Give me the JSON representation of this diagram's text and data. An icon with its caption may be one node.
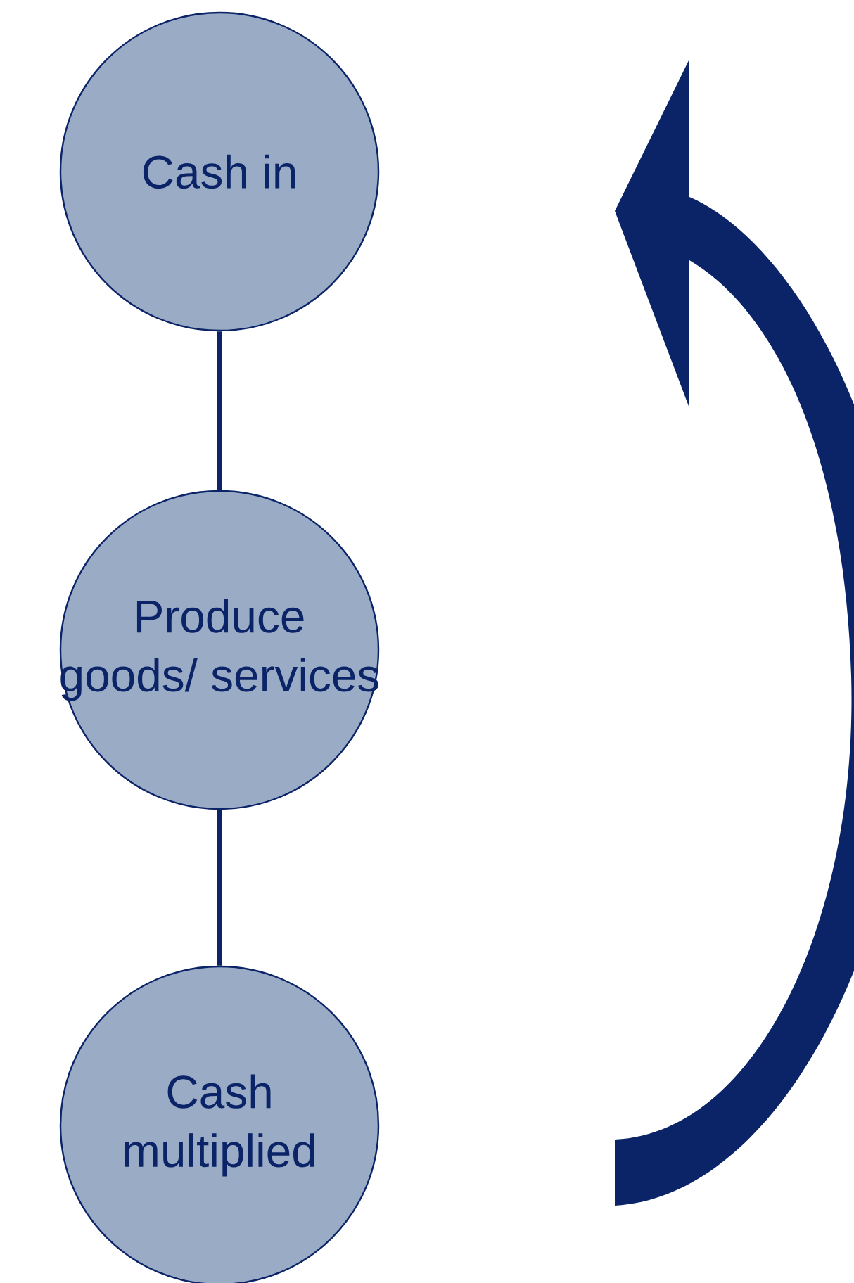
{
  "diagram": {
    "nodes": [
      {
        "text": [
          "Cash in"
        ]
      },
      {
        "text": [
          "Produce goods/ services"
        ]
      },
      {
        "text": [
          "Cash multiplied"
        ]
      }
    ],
    "edges": [
      {
        "from": 0,
        "to": 1,
        "arrow": "none"
      },
      {
        "from": 1,
        "to": 2,
        "arrow": "none"
      }
    ]
  }
}
